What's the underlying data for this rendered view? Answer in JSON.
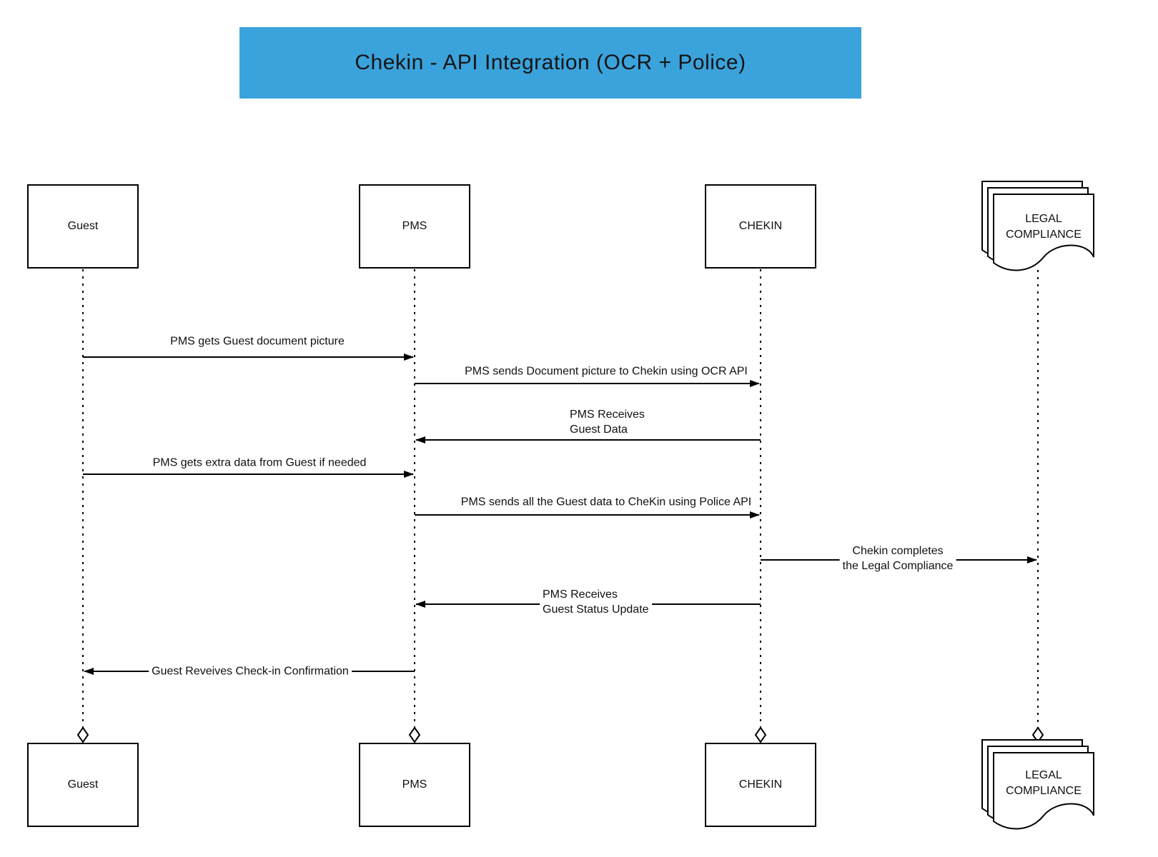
{
  "title": "Chekin - API Integration (OCR + Police)",
  "colors": {
    "banner": "#3BA3DC",
    "stroke": "#000000",
    "background": "#FFFFFF"
  },
  "actors": {
    "guest": {
      "label": "Guest",
      "shape": "rectangle"
    },
    "pms": {
      "label": "PMS",
      "shape": "rectangle"
    },
    "chekin": {
      "label": "CHEKIN",
      "shape": "rectangle"
    },
    "legal": {
      "label": "LEGAL\nCOMPLIANCE",
      "shape": "multi-document"
    }
  },
  "messages": [
    {
      "label": "PMS gets Guest document picture",
      "from": "Guest",
      "to": "PMS"
    },
    {
      "label": "PMS sends Document picture to Chekin using OCR API",
      "from": "PMS",
      "to": "CHEKIN"
    },
    {
      "label": "PMS Receives\nGuest Data",
      "from": "CHEKIN",
      "to": "PMS"
    },
    {
      "label": "PMS gets extra data from Guest if needed",
      "from": "Guest",
      "to": "PMS"
    },
    {
      "label": "PMS sends all the Guest data to CheKin using Police API",
      "from": "PMS",
      "to": "CHEKIN"
    },
    {
      "label": "Chekin completes\nthe Legal Compliance",
      "from": "CHEKIN",
      "to": "LEGAL COMPLIANCE"
    },
    {
      "label": "PMS Receives\nGuest Status Update",
      "from": "CHEKIN",
      "to": "PMS"
    },
    {
      "label": "Guest Reveives Check-in Confirmation",
      "from": "PMS",
      "to": "Guest"
    }
  ]
}
